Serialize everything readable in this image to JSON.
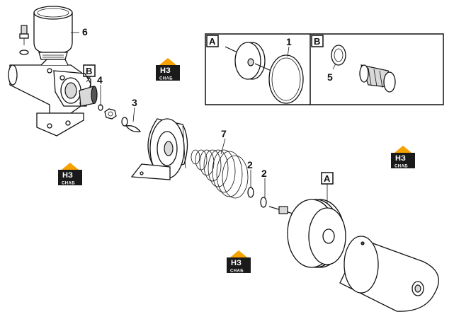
{
  "callouts": {
    "c1": "1",
    "c2a": "2",
    "c2b": "2",
    "c3": "3",
    "c4": "4",
    "c5": "5",
    "c6": "6",
    "c7": "7"
  },
  "boxed_labels": {
    "b_main": "B",
    "a_main": "A",
    "a_detail": "A",
    "b_detail": "B"
  },
  "watermark": {
    "mark": "НЗ",
    "word": "СНАБ",
    "color_orange": "#f5a100",
    "color_dark": "#1a1a1a"
  }
}
